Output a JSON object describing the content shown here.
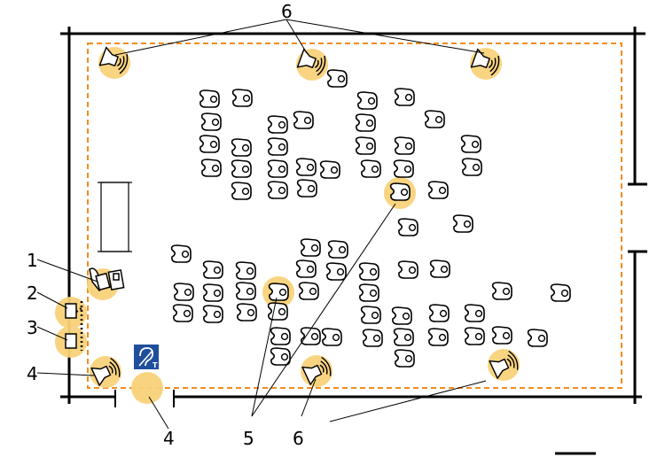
{
  "diagram": {
    "callouts": {
      "c1": "1",
      "c2": "2",
      "c3": "3",
      "c4_left": "4",
      "c4_bottom": "4",
      "c5": "5",
      "c6_top": "6",
      "c6_bottom": "6"
    },
    "colors": {
      "boundary": "#f28c1e",
      "highlight": "#f9d27a",
      "walls": "#000000",
      "loop_sign_bg": "#1f4e9c",
      "loop_sign_fg": "#ffffff"
    },
    "icons": {
      "speaker": "loudspeaker-icon",
      "person": "seated-person-icon",
      "hearing_loop": "hearing-loop-sign-icon",
      "amplifier": "loop-amplifier-icon"
    },
    "loop_sign_letter": "T"
  }
}
